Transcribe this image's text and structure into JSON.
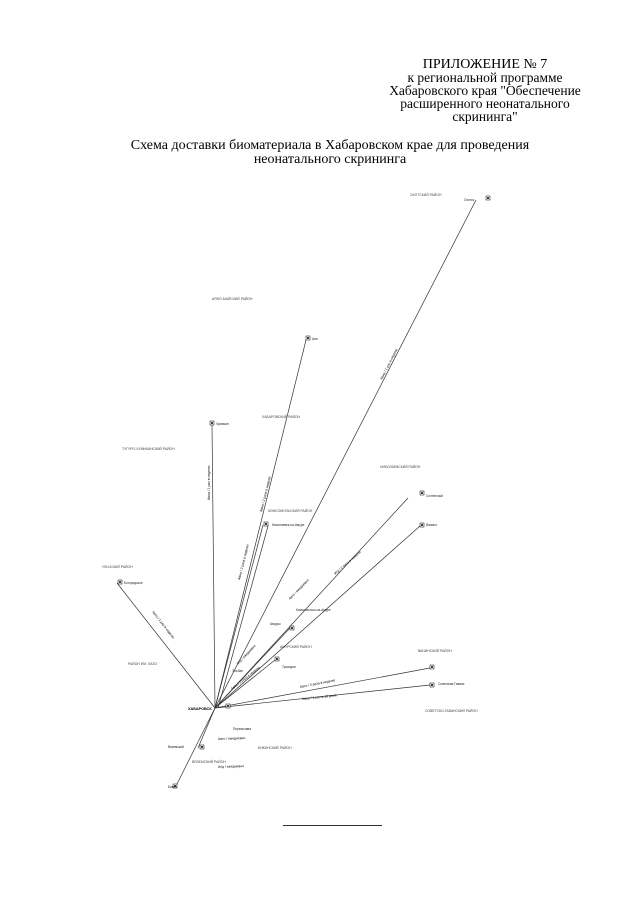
{
  "appendix": {
    "line1": "ПРИЛОЖЕНИЕ № 7",
    "line2": "к региональной программе",
    "line3": "Хабаровского края \"Обеспечение",
    "line4": "расширенного неонатального",
    "line5": "скрининга\""
  },
  "scheme": {
    "title_line1": "Схема доставки биоматериала в Хабаровском крае для проведения",
    "title_line2": "неонатального скрининга"
  },
  "hub": {
    "label": "ХАБАРОВСК"
  },
  "districts": [
    "ОХОТСКИЙ РАЙОН",
    "АЯНО-МАЙСКИЙ РАЙОН",
    "ТУГУРО-ЧУМИКАНСКИЙ РАЙОН",
    "НИКОЛАЕВСКИЙ РАЙОН",
    "УЛЬЧСКИЙ РАЙОН",
    "РАЙОН ИМ. ЛАЗО",
    "ВЯЗЕМСКИЙ РАЙОН",
    "СОВЕТСКО-ГАВАНСКИЙ РАЙОН",
    "ВАНИНСКИЙ РАЙОН",
    "КОМСОМОЛЬСКИЙ РАЙОН",
    "АМУРСКИЙ РАЙОН",
    "ХАБАРОВСКИЙ РАЙОН",
    "БИКИНСКИЙ РАЙОН"
  ],
  "settlements": [
    "Охотск",
    "Аян",
    "Чумикан",
    "Николаевск-на-Амуре",
    "Богородское",
    "Комсомольск-на-Амуре",
    "Амурск",
    "Солнечный",
    "Советская Гавань",
    "Ванино",
    "Переяслава",
    "Вяземский",
    "Бикин",
    "Троицкое",
    "Эльбан"
  ],
  "routes": [
    "Авиа / 1 раз в неделю",
    "Авиа / 2 раза в неделю",
    "Авто / ежедневно",
    "Ж/д / 2 раза в неделю",
    "Авто / 2 раза в неделю",
    "Ж/д / ежедневно",
    "Авто / 3 раза в неделю",
    "Авиа / 1 раз в 10 дней",
    "Авто / 1 раз в неделю"
  ],
  "colors": {
    "line": "#333333",
    "ink": "#000000"
  }
}
